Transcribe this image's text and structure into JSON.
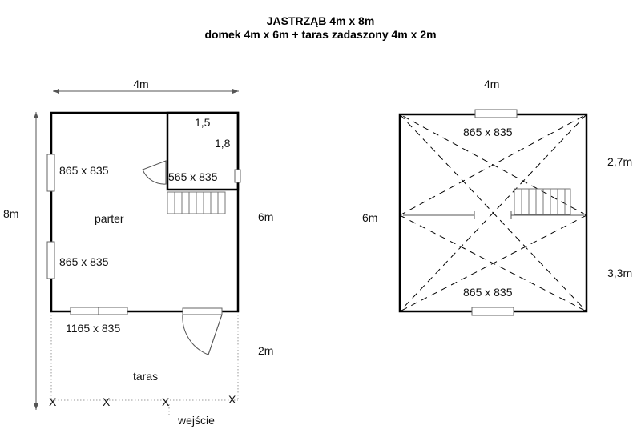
{
  "title_line1": "JASTRZĄB 4m x 8m",
  "title_line2": "domek 4m x 6m + taras zadaszony 4m x 2m",
  "left_plan": {
    "width_label": "4m",
    "total_length_label": "8m",
    "house_length_label": "6m",
    "terrace_length_label": "2m",
    "room_dim_w": "1,5",
    "room_dim_h": "1,8",
    "window_small": "565 x 835",
    "window_upper": "865 x 835",
    "window_lower": "865 x 835",
    "room_label": "parter",
    "door_window": "1165 x 835",
    "terrace_label": "taras",
    "entrance_label": "wejście",
    "post_marker": "X"
  },
  "right_plan": {
    "width_label": "4m",
    "length_label": "6m",
    "upper_part_label": "2,7m",
    "lower_part_label": "3,3m",
    "window_top": "865 x 835",
    "window_bottom": "865 x 835"
  }
}
